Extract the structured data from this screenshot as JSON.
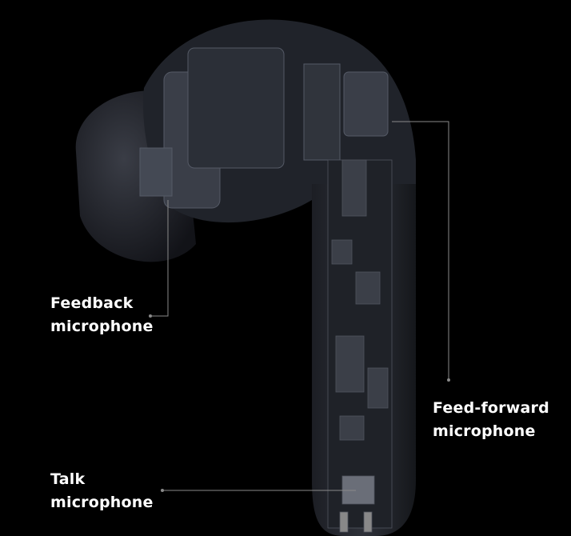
{
  "labels": {
    "feedback": {
      "line1": "Feedback",
      "line2": "microphone"
    },
    "feed_forward": {
      "line1": "Feed-forward",
      "line2": "microphone"
    },
    "talk": {
      "line1": "Talk",
      "line2": "microphone"
    }
  },
  "colors": {
    "background": "#000000",
    "leader_line": "#8a8a8a",
    "label": "#ffffff"
  }
}
